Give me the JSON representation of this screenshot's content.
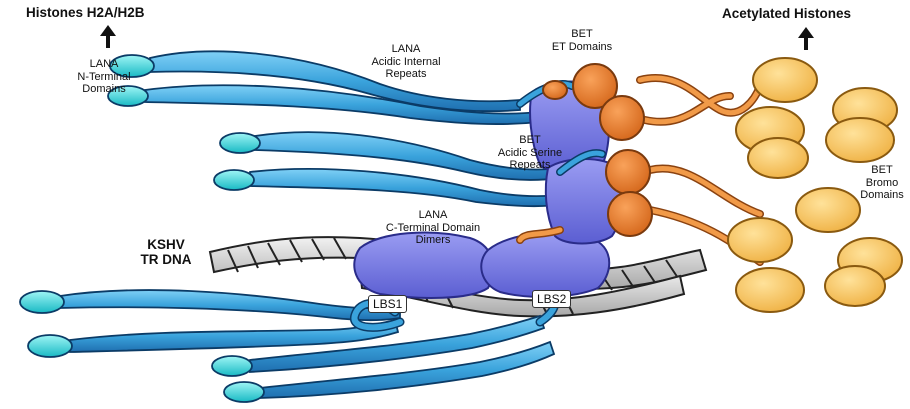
{
  "labels": {
    "histones_h2a_h2b": "Histones H2A/H2B",
    "acetylated_histones": "Acetylated Histones",
    "lana_n_terminal": [
      "LANA",
      "N-Terminal",
      "Domains"
    ],
    "lana_acidic_internal": [
      "LANA",
      "Acidic Internal",
      "Repeats"
    ],
    "bet_et": [
      "BET",
      "ET Domains"
    ],
    "bet_acidic_serine": [
      "BET",
      "Acidic Serine",
      "Repeats"
    ],
    "bet_bromo": [
      "BET",
      "Bromo",
      "Domains"
    ],
    "lana_c_terminal": [
      "LANA",
      "C-Terminal Domain",
      "Dimers"
    ],
    "kshv_tr_dna": [
      "KSHV",
      "TR DNA"
    ],
    "lbs1": "LBS1",
    "lbs2": "LBS2"
  },
  "colors": {
    "lana_blue": "#3aa3dc",
    "lana_cyan_tip": "#25d6d6",
    "ctd_purple": "#7b7ee6",
    "bet_orange": "#ef7f2a",
    "bromo_yellow": "#f7c35c",
    "dna_gray": "#cfcfcf"
  },
  "icons": [
    "up-arrow-icon",
    "up-arrow-icon"
  ]
}
